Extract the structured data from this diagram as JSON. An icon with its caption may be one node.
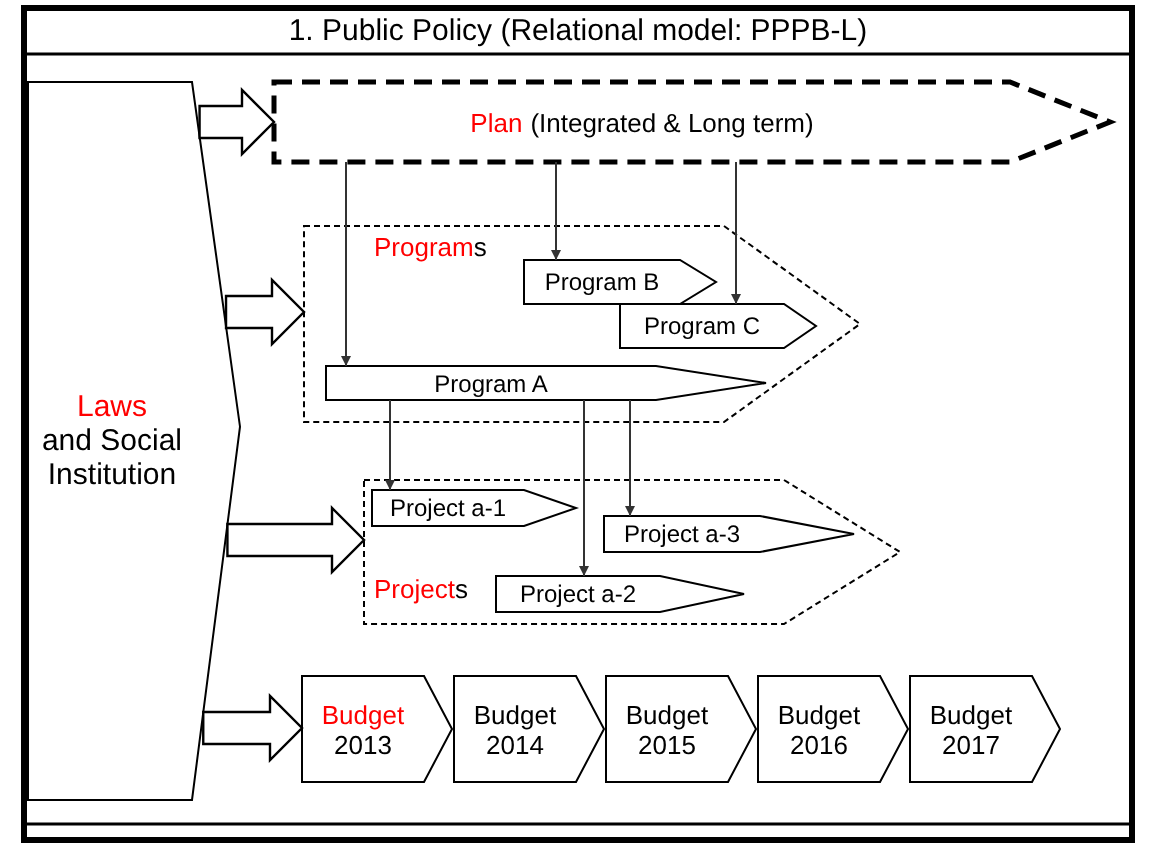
{
  "diagram": {
    "title": "1. Public Policy (Relational model: PPPB-L)",
    "nodes": [
      {
        "text": [
          "Laws",
          "and Social Institution"
        ]
      },
      {
        "text": [
          "Plan",
          "(Integrated & Long term)"
        ]
      },
      {
        "text": [
          "Program",
          "s"
        ]
      },
      {
        "text": [
          "Program B"
        ],
        "in": 2
      },
      {
        "text": [
          "Program C"
        ],
        "in": 2
      },
      {
        "text": [
          "Program A"
        ],
        "in": 2
      },
      {
        "text": [
          "Project",
          "s"
        ]
      },
      {
        "text": [
          "Project a-1"
        ],
        "in": 6
      },
      {
        "text": [
          "Project a-3"
        ],
        "in": 6
      },
      {
        "text": [
          "Project a-2"
        ],
        "in": 6
      },
      {
        "text": [
          "Budget",
          "2013"
        ]
      },
      {
        "text": [
          "Budget",
          "2014"
        ]
      },
      {
        "text": [
          "Budget",
          "2015"
        ]
      },
      {
        "text": [
          "Budget",
          "2016"
        ]
      },
      {
        "text": [
          "Budget",
          "2017"
        ]
      }
    ],
    "edges": [
      {
        "from": 0,
        "to": 1,
        "arrow": "to",
        "style": "thick"
      },
      {
        "from": 0,
        "to": 2,
        "arrow": "to",
        "style": "thick"
      },
      {
        "from": 0,
        "to": 6,
        "arrow": "to",
        "style": "thick"
      },
      {
        "from": 0,
        "to": 10,
        "arrow": "to",
        "style": "thick"
      },
      {
        "from": 1,
        "to": 5,
        "arrow": "to"
      },
      {
        "from": 1,
        "to": 3,
        "arrow": "to"
      },
      {
        "from": 1,
        "to": 4,
        "arrow": "to"
      },
      {
        "from": 5,
        "to": 7,
        "arrow": "to"
      },
      {
        "from": 5,
        "to": 9,
        "arrow": "to"
      },
      {
        "from": 5,
        "to": 8,
        "arrow": "to"
      }
    ]
  }
}
